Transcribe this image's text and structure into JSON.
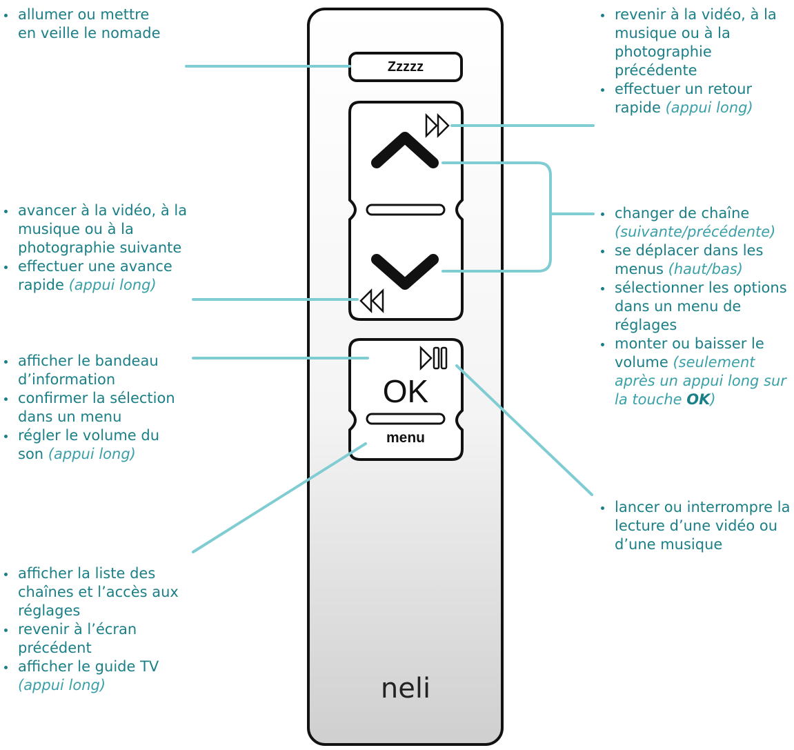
{
  "remote": {
    "sleep_label": "Zzzzz",
    "ok_label": "OK",
    "menu_label": "menu",
    "brand": "neli"
  },
  "callouts": {
    "sleep": [
      {
        "text": "allumer ou mettre en veille le nomade",
        "note": ""
      }
    ],
    "previous": [
      {
        "text": "revenir à la vidéo, à la musique ou à la photographie précédente",
        "note": ""
      },
      {
        "text": "effectuer un retour rapide",
        "note": "(appui long)"
      }
    ],
    "next": [
      {
        "text": "avancer à la vidéo, à la musique ou à la photographie suivante",
        "note": ""
      },
      {
        "text": "effectuer une avance rapide",
        "note": "(appui long)"
      }
    ],
    "channel": [
      {
        "text": "changer de chaîne",
        "note": "(suivante/précédente)"
      },
      {
        "text": "se déplacer dans les menus",
        "note": "(haut/bas)"
      },
      {
        "text": "sélectionner les options dans un menu de réglages",
        "note": ""
      },
      {
        "text": "monter ou baisser le volume",
        "note": "(seulement après un appui long sur la touche",
        "note_bold": "OK",
        "note_end": ")"
      }
    ],
    "ok": [
      {
        "text": "afficher le bandeau d’information",
        "note": ""
      },
      {
        "text": "confirmer la sélection dans un menu",
        "note": ""
      },
      {
        "text": "régler le volume du son",
        "note": "(appui long)"
      }
    ],
    "play": [
      {
        "text": "lancer ou interrompre la lecture d’une vidéo ou d’une musique",
        "note": ""
      }
    ],
    "menu": [
      {
        "text": "afficher la liste des chaînes et l’accès aux réglages",
        "note": ""
      },
      {
        "text": "revenir à l’écran précédent",
        "note": ""
      },
      {
        "text": "afficher le guide TV",
        "note": "(appui long)"
      }
    ]
  },
  "colors": {
    "accent_text": "#1a7f86",
    "accent_note": "#3aa0a8",
    "leader_line": "#7fcdd2",
    "remote_outline": "#111111"
  }
}
